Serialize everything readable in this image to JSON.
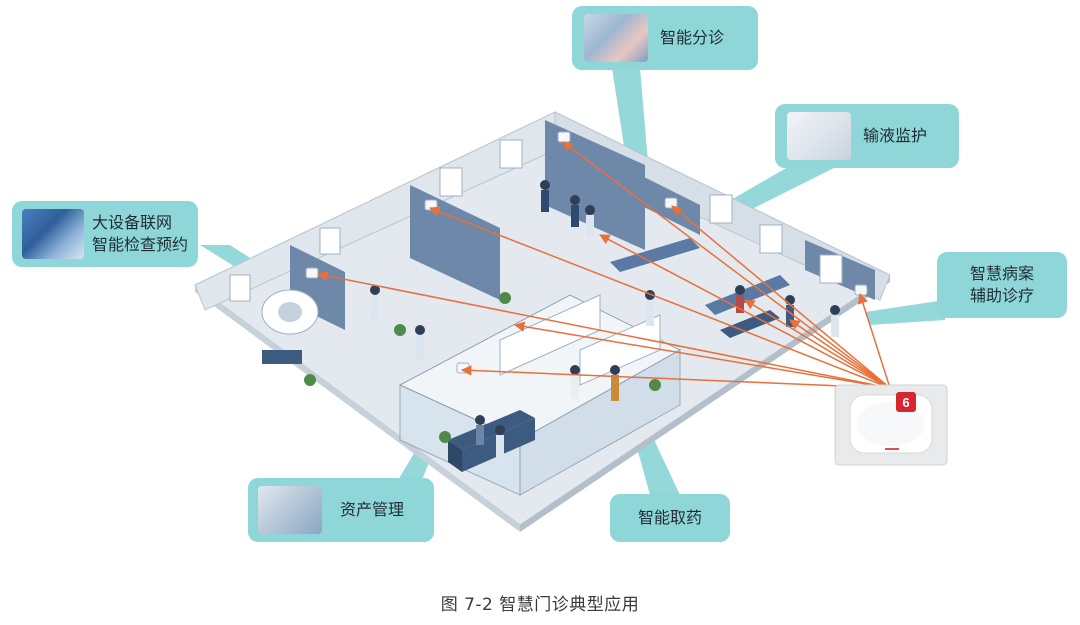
{
  "callouts": {
    "triage": "智能分诊",
    "infusion": "输液监护",
    "equipment_line1": "大设备联网",
    "equipment_line2": "智能检查预约",
    "records_line1": "智慧病案",
    "records_line2": "辅助诊疗",
    "assets": "资产管理",
    "pharmacy": "智能取药"
  },
  "device": {
    "name": "wifi-access-point",
    "badge": "6"
  },
  "caption": "图 7-2 智慧门诊典型应用",
  "colors": {
    "callout_bg": "#8fd6d8",
    "wall": "#6d88a8",
    "floor": "#e3e9ee",
    "signal_arrow": "#e8703a"
  }
}
